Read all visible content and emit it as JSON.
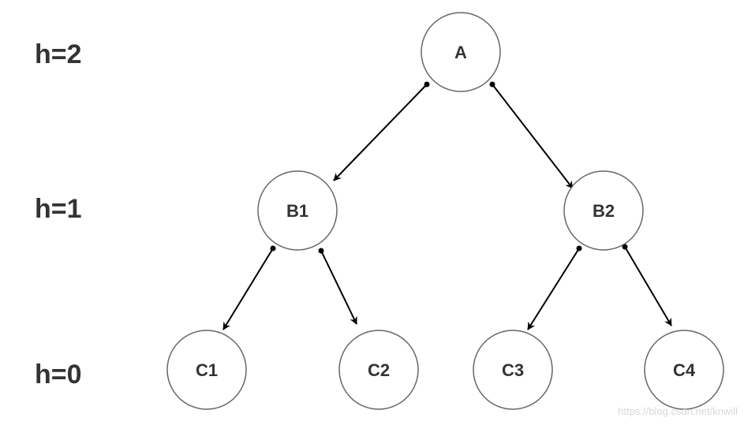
{
  "levels": {
    "h2": "h=2",
    "h1": "h=1",
    "h0": "h=0"
  },
  "nodes": {
    "A": "A",
    "B1": "B1",
    "B2": "B2",
    "C1": "C1",
    "C2": "C2",
    "C3": "C3",
    "C4": "C4"
  },
  "edges": [
    {
      "from": "A",
      "to": "B1"
    },
    {
      "from": "A",
      "to": "B2"
    },
    {
      "from": "B1",
      "to": "C1"
    },
    {
      "from": "B1",
      "to": "C2"
    },
    {
      "from": "B2",
      "to": "C3"
    },
    {
      "from": "B2",
      "to": "C4"
    }
  ],
  "watermark": "https://blog.csdn.net/knwill",
  "colors": {
    "node_fill": "#ffffff",
    "node_stroke": "#666666",
    "edge": "#000000",
    "text": "#333333"
  }
}
